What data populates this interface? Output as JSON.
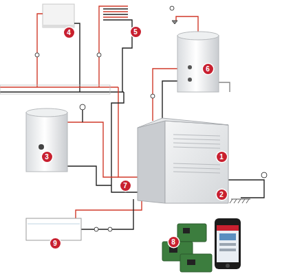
{
  "diagram": {
    "labels": [
      "4",
      "5",
      "6",
      "1",
      "3",
      "7",
      "2",
      "9",
      "8"
    ]
  }
}
